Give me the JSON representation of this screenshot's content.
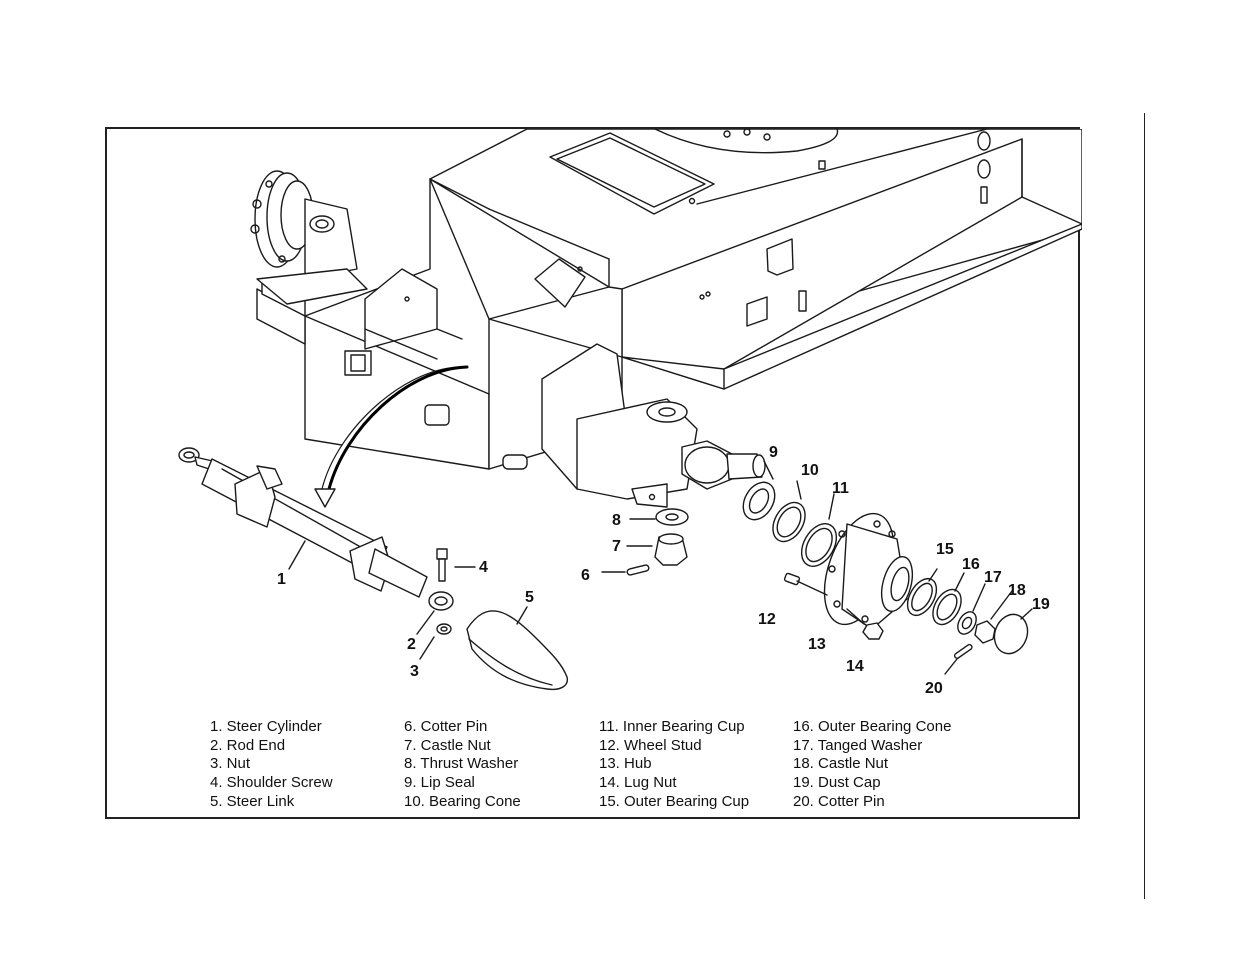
{
  "callouts": {
    "c1": "1",
    "c2": "2",
    "c3": "3",
    "c4": "4",
    "c5": "5",
    "c6": "6",
    "c7": "7",
    "c8": "8",
    "c9": "9",
    "c10": "10",
    "c11": "11",
    "c12": "12",
    "c13": "13",
    "c14": "14",
    "c15": "15",
    "c16": "16",
    "c17": "17",
    "c18": "18",
    "c19": "19",
    "c20": "20"
  },
  "legend": {
    "col1": [
      "1.  Steer Cylinder",
      "2.  Rod End",
      "3.  Nut",
      "4.  Shoulder Screw",
      "5.  Steer Link"
    ],
    "col2": [
      "6.  Cotter Pin",
      "7.  Castle Nut",
      "8.  Thrust Washer",
      "9.  Lip Seal",
      "10.  Bearing Cone"
    ],
    "col3": [
      "11.  Inner Bearing Cup",
      "12.  Wheel Stud",
      "13.  Hub",
      "14.  Lug Nut",
      "15.  Outer Bearing Cup"
    ],
    "col4": [
      "16.  Outer Bearing Cone",
      "17.  Tanged Washer",
      "18.  Castle Nut",
      "19.  Dust Cap",
      "20.  Cotter Pin"
    ]
  }
}
